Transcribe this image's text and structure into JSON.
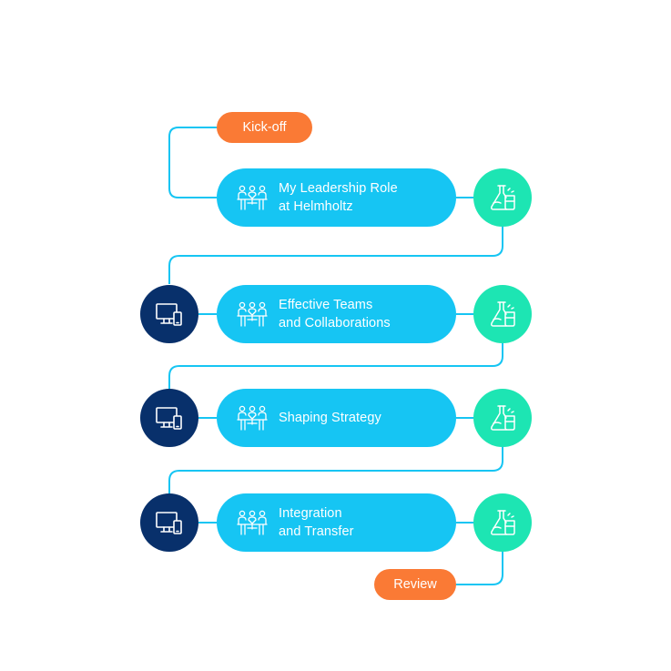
{
  "milestones": {
    "kickoff": "Kick-off",
    "review": "Review"
  },
  "modules": [
    {
      "line1": "My Leadership Role",
      "line2": "at Helmholtz",
      "online": false,
      "lab": true
    },
    {
      "line1": "Effective Teams",
      "line2": "and Collaborations",
      "online": true,
      "lab": true
    },
    {
      "line1": "Shaping Strategy",
      "line2": "",
      "online": true,
      "lab": true
    },
    {
      "line1": "Integration",
      "line2": "and Transfer",
      "online": true,
      "lab": true
    }
  ],
  "icons": {
    "module": "people-at-table-icon",
    "lab": "lab-flask-icon",
    "online": "computer-phone-icon"
  },
  "colors": {
    "module_pill": "#16c5f3",
    "milestone": "#fa7a35",
    "lab_circle": "#1de5b3",
    "online_circle": "#08306b",
    "connector": "#16c5f3"
  }
}
